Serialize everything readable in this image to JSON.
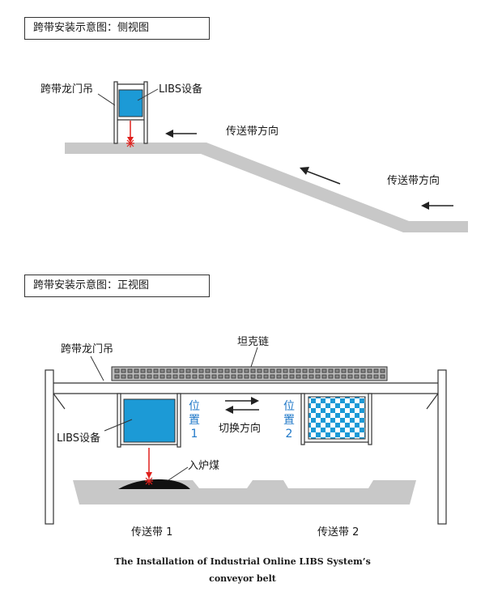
{
  "side_view": {
    "title": "跨带安装示意图：侧视图",
    "gantry_label": "跨带龙门吊",
    "device_label": "LIBS设备",
    "direction_label_1": "传送带方向",
    "direction_label_2": "传送带方向"
  },
  "front_view": {
    "title": "跨带安装示意图：正视图",
    "chain_label": "坦克链",
    "gantry_label": "跨带龙门吊",
    "device_label": "LIBS设备",
    "position1_label": "位置1",
    "position2_label": "位置2",
    "switch_label": "切换方向",
    "coal_label": "入炉煤",
    "belt1_label": "传送带 1",
    "belt2_label": "传送带 2"
  },
  "caption": {
    "line1": "The Installation of Industrial Online LIBS System’s",
    "line2": "conveyor belt"
  },
  "colors": {
    "device_blue": "#1c9ad6",
    "belt_gray": "#c8c8c8",
    "laser_red": "#e0201c",
    "label_blue": "#1f78c8"
  }
}
